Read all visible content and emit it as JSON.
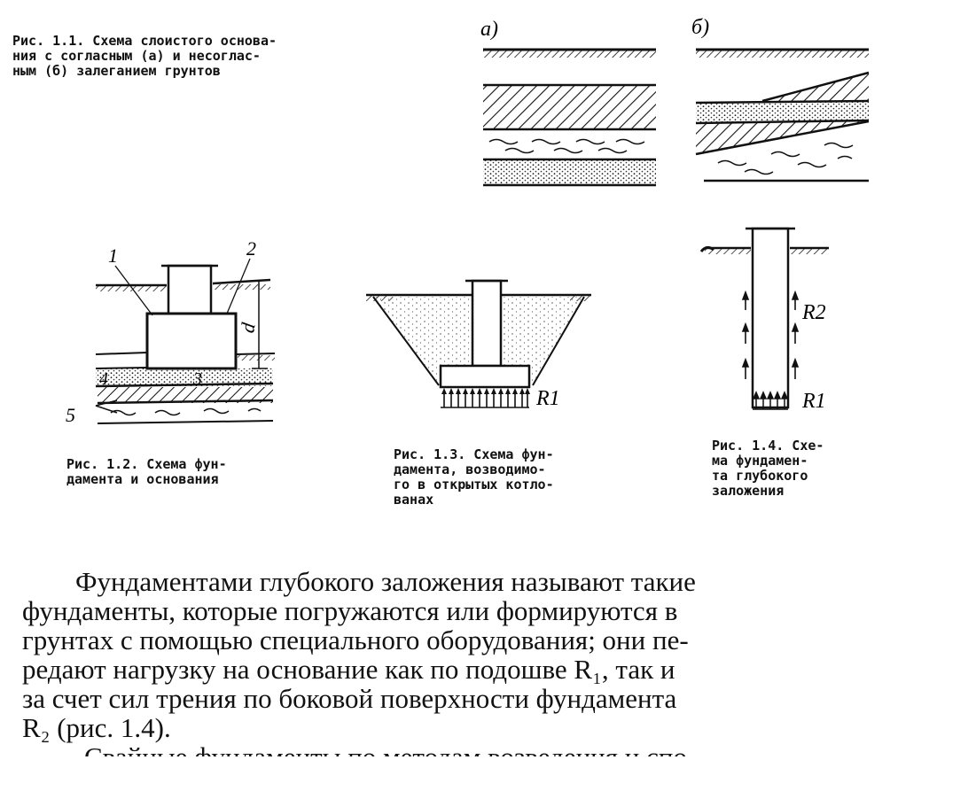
{
  "figure_1_1": {
    "caption": "Рис. 1.1. Схема слоистого основа-\nния с согласным (а) и несоглас-\nным (б) залеганием грунтов",
    "label_a": "а)",
    "label_b": "б)"
  },
  "figure_1_2": {
    "caption": "Рис. 1.2. Схема фун-\nдамента и основания",
    "labels": [
      "1",
      "2",
      "3",
      "4",
      "5",
      "d"
    ]
  },
  "figure_1_3": {
    "caption": "Рис. 1.3. Схема фун-\nдамента, возводимо-\nго в открытых котло-\nванах",
    "force_label": "R1"
  },
  "figure_1_4": {
    "caption": "Рис. 1.4. Схе-\nма фундамен-\nта глубокого\nзаложения",
    "force_label_top": "R2",
    "force_label_bottom": "R1"
  },
  "body": {
    "paragraph_lines": [
      "Фундаментами глубокого заложения называют такие",
      "фундаменты, которые погружаются или формируются в",
      "грунтах с помощью специального оборудования; они пе-",
      "редают нагрузку на основание как по подошве R₁, так и",
      "за счет сил трения по боковой поверхности фундамента",
      "R₂ (рис. 1.4)."
    ],
    "next_line_fragment": "Свайные фундаменты по методам возведения и спо-"
  }
}
